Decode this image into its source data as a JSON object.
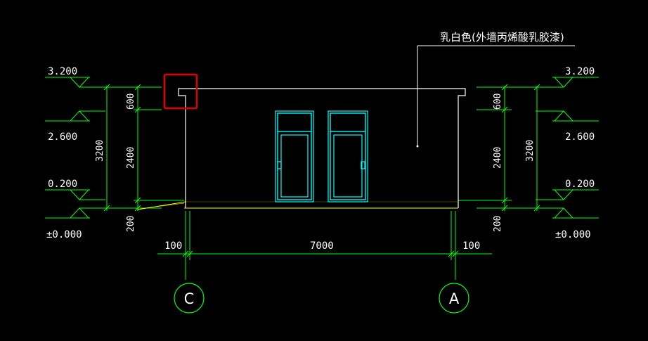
{
  "drawing": {
    "material_note": "乳白色(外墙丙烯酸乳胶漆)",
    "left_levels": {
      "top": "3.200",
      "upper": "2.600",
      "lower": "0.200",
      "ground": "±0.000"
    },
    "right_levels": {
      "top": "3.200",
      "upper": "2.600",
      "lower": "0.200",
      "ground": "±0.000"
    },
    "left_dims": {
      "total": "3200",
      "parapet": "600",
      "wall": "2400",
      "plinth": "200"
    },
    "right_dims": {
      "total": "3200",
      "parapet": "600",
      "wall": "2400",
      "plinth": "200"
    },
    "horizontal_dims": {
      "left_offset": "100",
      "span": "7000",
      "right_offset": "100"
    },
    "axis_labels": {
      "left": "C",
      "right": "A"
    }
  },
  "colors": {
    "background": "#000000",
    "dimension": "#00ff00",
    "outline": "#ffffff",
    "door": "#00ffff",
    "ground": "#ffff00",
    "highlight": "#e00000"
  }
}
